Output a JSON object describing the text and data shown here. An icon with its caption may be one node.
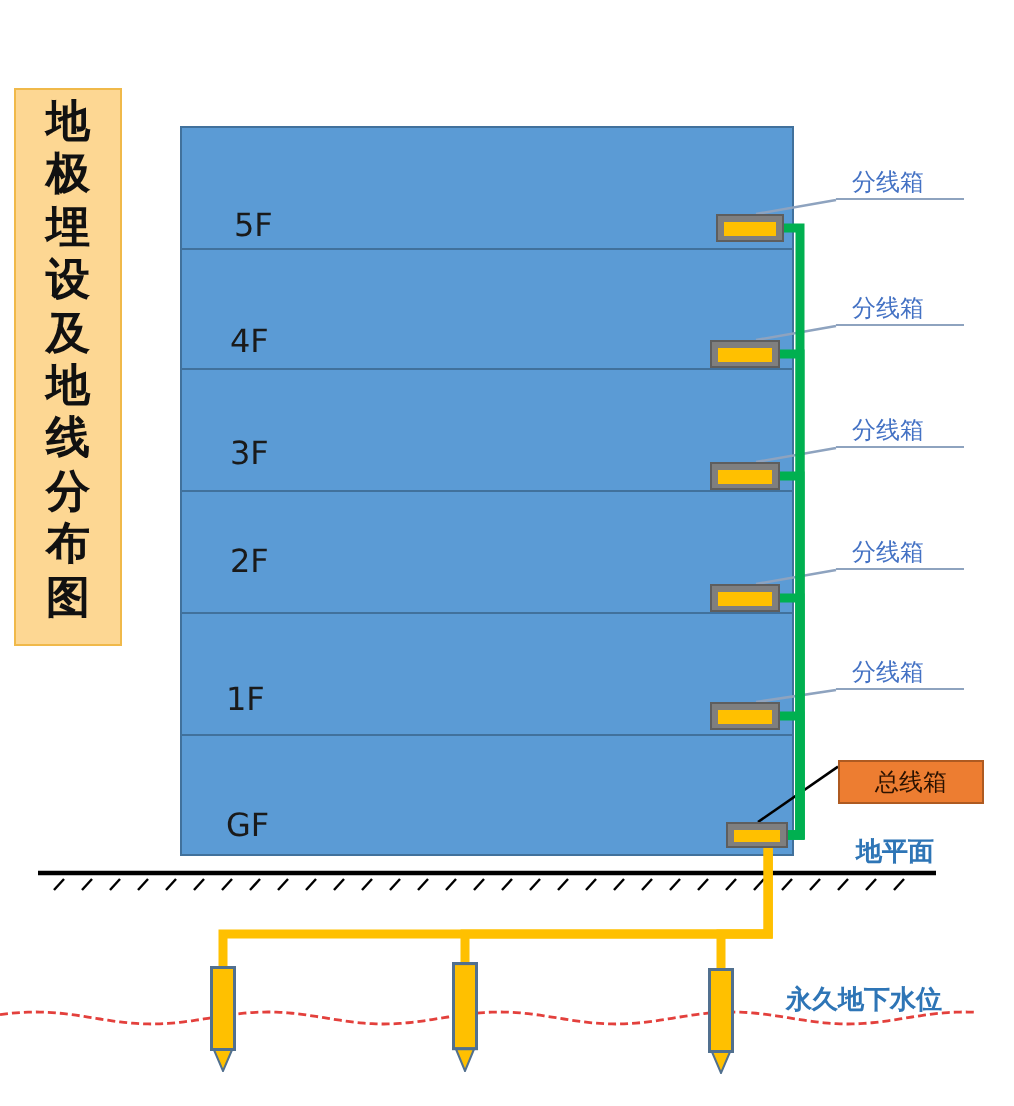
{
  "diagram": {
    "title": "地极埋设及地线分布图",
    "nodes": [
      {
        "text": [
          "5F"
        ]
      },
      {
        "text": [],
        "shape": "box",
        "in": 0
      },
      {
        "text": [
          "分线箱"
        ]
      },
      {
        "text": [
          "4F"
        ]
      },
      {
        "text": [],
        "shape": "box",
        "in": 3
      },
      {
        "text": [
          "分线箱"
        ]
      },
      {
        "text": [
          "3F"
        ]
      },
      {
        "text": [],
        "shape": "box",
        "in": 6
      },
      {
        "text": [
          "分线箱"
        ]
      },
      {
        "text": [
          "2F"
        ]
      },
      {
        "text": [],
        "shape": "box",
        "in": 9
      },
      {
        "text": [
          "分线箱"
        ]
      },
      {
        "text": [
          "1F"
        ]
      },
      {
        "text": [],
        "shape": "box",
        "in": 12
      },
      {
        "text": [
          "分线箱"
        ]
      },
      {
        "text": [
          "GF"
        ]
      },
      {
        "text": [],
        "shape": "box",
        "in": 15
      },
      {
        "text": [
          "总线箱"
        ]
      },
      {
        "text": [],
        "shape": "bar"
      },
      {
        "text": [],
        "shape": "bar"
      },
      {
        "text": [],
        "shape": "bar"
      }
    ],
    "edges": [
      {
        "from": 2,
        "to": 1,
        "arrow": "none"
      },
      {
        "from": 5,
        "to": 4,
        "arrow": "none"
      },
      {
        "from": 8,
        "to": 7,
        "arrow": "none"
      },
      {
        "from": 11,
        "to": 10,
        "arrow": "none"
      },
      {
        "from": 14,
        "to": 13,
        "arrow": "none"
      },
      {
        "from": 17,
        "to": 16,
        "arrow": "none",
        "color": "#000000"
      },
      {
        "from": 1,
        "to": 16,
        "arrow": "none",
        "color": "#00b050"
      },
      {
        "from": 4,
        "to": 16,
        "arrow": "none",
        "color": "#00b050"
      },
      {
        "from": 7,
        "to": 16,
        "arrow": "none",
        "color": "#00b050"
      },
      {
        "from": 10,
        "to": 16,
        "arrow": "none",
        "color": "#00b050"
      },
      {
        "from": 13,
        "to": 16,
        "arrow": "none",
        "color": "#00b050"
      },
      {
        "from": 16,
        "to": 18,
        "arrow": "none",
        "color": "#ffc000"
      },
      {
        "from": 16,
        "to": 19,
        "arrow": "none",
        "color": "#ffc000"
      },
      {
        "from": 16,
        "to": 20,
        "arrow": "none",
        "color": "#ffc000"
      }
    ],
    "labels": [
      "地平面",
      "永久地下水位"
    ]
  }
}
